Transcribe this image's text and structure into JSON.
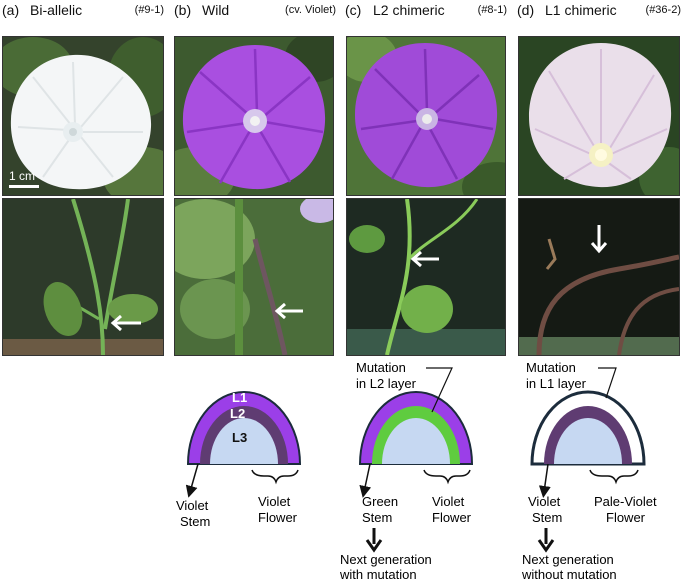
{
  "panels": [
    {
      "letter": "(a)",
      "title": "Bi-allelic",
      "code": "(#9-1)"
    },
    {
      "letter": "(b)",
      "title": "Wild",
      "code": "(cv. Violet)"
    },
    {
      "letter": "(c)",
      "title": "L2 chimeric",
      "code": "(#8-1)"
    },
    {
      "letter": "(d)",
      "title": "L1 chimeric",
      "code": "(#36-2)"
    }
  ],
  "scale_bar": "1 cm",
  "layers": {
    "l1": "L1",
    "l2": "L2",
    "l3": "L3"
  },
  "diagram_b": {
    "stem_line1": "Violet",
    "stem_line2": "Stem",
    "flower_line1": "Violet",
    "flower_line2": "Flower"
  },
  "diagram_c": {
    "mutation_line1": "Mutation",
    "mutation_line2": "in L2 layer",
    "stem_line1": "Green",
    "stem_line2": "Stem",
    "flower_line1": "Violet",
    "flower_line2": "Flower",
    "next_line1": "Next generation",
    "next_line2": "with mutation"
  },
  "diagram_d": {
    "mutation_line1": "Mutation",
    "mutation_line2": "in L1 layer",
    "stem_line1": "Violet",
    "stem_line2": "Stem",
    "flower_line1": "Pale-Violet",
    "flower_line2": "Flower",
    "next_line1": "Next generation",
    "next_line2": "without mutation"
  },
  "colors": {
    "violet": "#9b3fe8",
    "dark_violet": "#5f3c72",
    "green": "#5fcc3f",
    "light_blue": "#c6d8f2",
    "outline": "#1c2c3c",
    "white": "#ffffff"
  }
}
